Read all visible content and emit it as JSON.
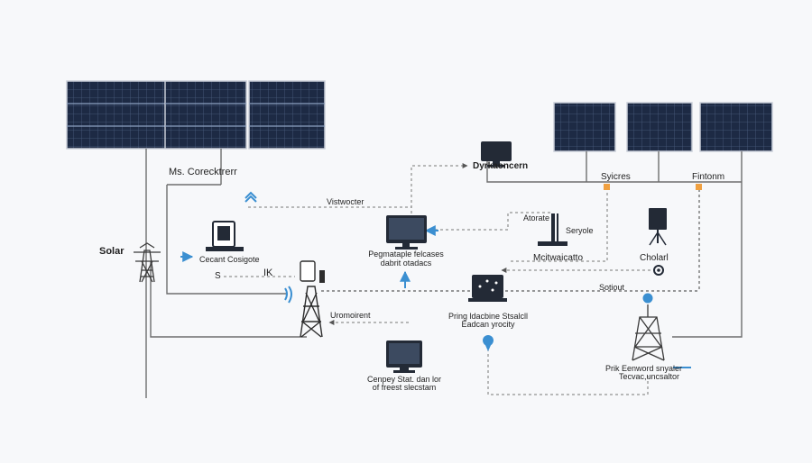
{
  "colors": {
    "background": "#f7f8fa",
    "panel": "#1d2a44",
    "panel_grid": "#4b5e80",
    "line": "#6e6e6e",
    "dashed": "#777777",
    "accent_blue": "#3b8fd1",
    "accent_orange": "#f0a040",
    "device": "#232a36"
  },
  "labels": {
    "ms_corecktrerr": "Ms. Corecktrerr",
    "solar": "Solar",
    "cecant_cosigote": "Cecant Cosigote",
    "s": "S",
    "ik": "IK",
    "vistwocter": "Vistwocter",
    "pegmataple_line1": "Pegmataple felcases",
    "pegmataple_line2": "dabrit otadacs",
    "dyrkaoncern": "Dyrkaoncern",
    "syicres": "Syicres",
    "fintonm": "Fintonm",
    "atorate": "Atorate",
    "seryole": "Seryole",
    "mcitwaicatto": "Mcitwaicatto",
    "cholarl": "Cholarl",
    "sotiout": "Sotiout",
    "uromoirent": "Uromoirent",
    "pring_line1": "Pring ldacbine Stsalcll",
    "pring_line2": "Eadcan yrocity",
    "cenpey_line1": "Cenpey Stat. dan lor",
    "cenpey_line2": "of freest slecstam",
    "prik_line1": "Prik Eenword snyaler",
    "prik_line2": "Tecvac,uncsaltor"
  },
  "icons": [
    "solar-panel-icon",
    "transmission-tower-icon",
    "tablet-icon",
    "monitor-icon",
    "meter-icon",
    "wifi-icon",
    "laptop-icon",
    "sensor-icon",
    "pin-icon",
    "antenna-icon",
    "gear-icon"
  ]
}
